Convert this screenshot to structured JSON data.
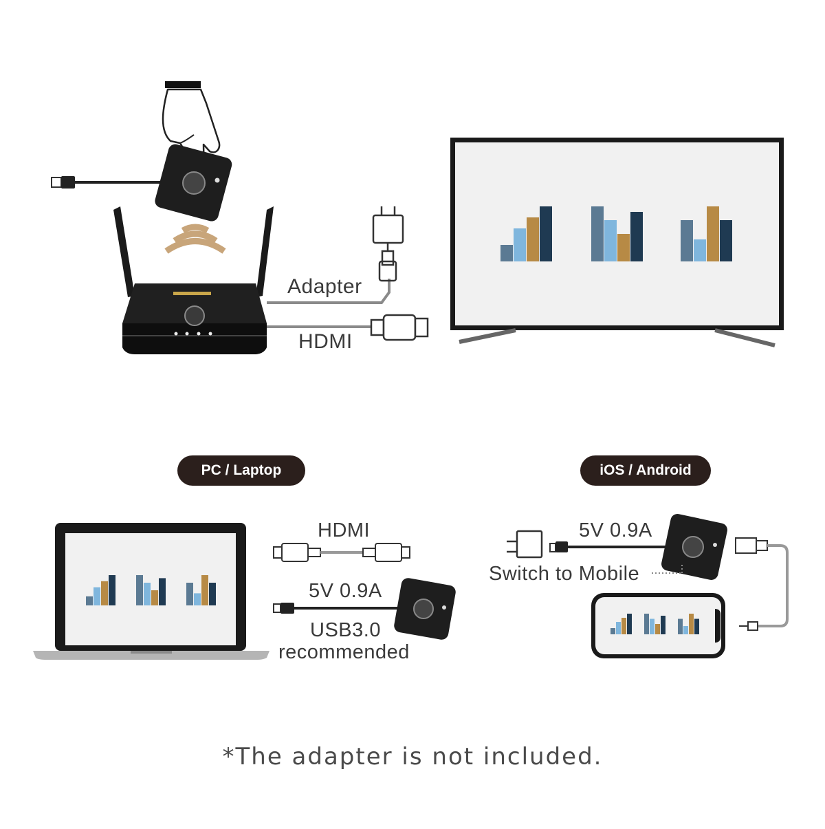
{
  "labels": {
    "adapter": "Adapter",
    "hdmi_top": "HDMI",
    "pc_section": "PC / Laptop",
    "mobile_section": "iOS / Android",
    "hdmi_pc": "HDMI",
    "power_pc": "5V 0.9A",
    "usb_note_line1": "USB3.0",
    "usb_note_line2": "recommended",
    "power_mobile": "5V 0.9A",
    "switch_mobile": "Switch to Mobile",
    "footnote": "*The adapter is not included."
  },
  "icons": {
    "hand": "hand-press-icon",
    "dongle": "wireless-dongle-icon",
    "signal": "wifi-signal-icon",
    "receiver": "wireless-receiver-icon",
    "adapter": "power-adapter-icon",
    "tv": "tv-display-icon",
    "laptop": "laptop-icon",
    "phone": "smartphone-icon"
  },
  "colors": {
    "navy": "#1f3a52",
    "steel": "#5b7a93",
    "sky": "#7fb6dd",
    "gold": "#b78a45",
    "device": "#1e1e1e",
    "signal": "#c8a57a",
    "pill": "#2b1f1c"
  }
}
